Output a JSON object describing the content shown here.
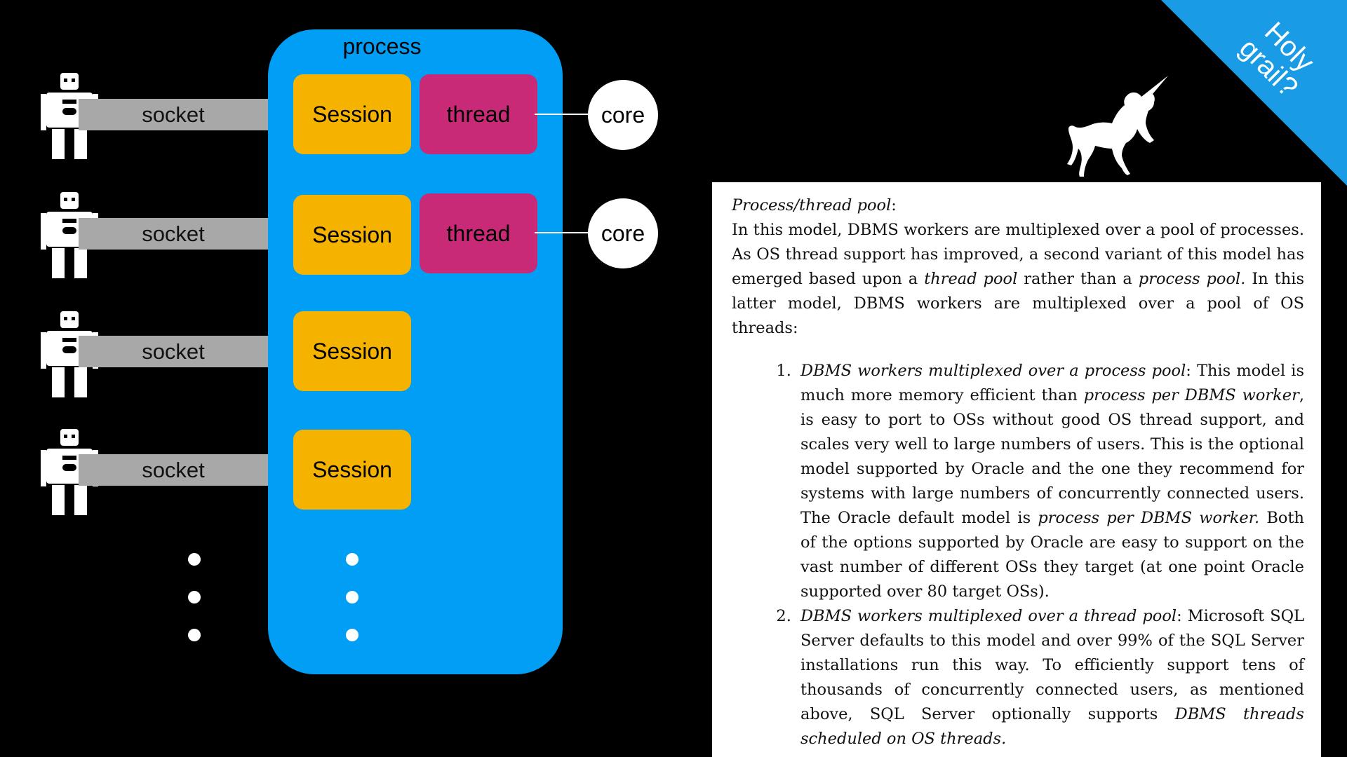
{
  "diagram": {
    "process_label": "process",
    "rows": [
      {
        "socket": "socket",
        "session": "Session",
        "thread": "thread",
        "core": "core"
      },
      {
        "socket": "socket",
        "session": "Session",
        "thread": "thread",
        "core": "core"
      },
      {
        "socket": "socket",
        "session": "Session"
      },
      {
        "socket": "socket",
        "session": "Session"
      }
    ]
  },
  "corner_banner": {
    "line1": "Holy",
    "line2": "grail?"
  },
  "excerpt": {
    "heading": "Process/thread pool",
    "heading_suffix": ":",
    "intro_a": "In this model, DBMS workers are multiplexed over a pool of processes. As OS thread support has improved, a second variant of this model has emerged based upon a ",
    "intro_b": "thread pool",
    "intro_c": " rather than a ",
    "intro_d": "process pool.",
    "intro_e": " In this latter model, DBMS workers are multiplexed over a pool of OS threads:",
    "item1_title": "DBMS workers multiplexed over a process pool",
    "item1_a": ": This model is much more memory efficient than ",
    "item1_b": "process per DBMS worker",
    "item1_c": ", is easy to port to OSs without good OS thread support, and scales very well to large numbers of users. This is the optional model supported by Oracle and the one they recommend for systems with large numbers of concurrently connected users. The Oracle default model is ",
    "item1_d": "process per DBMS worker.",
    "item1_e": " Both of the options supported by Oracle are easy to support on the vast number of different OSs they target (at one point Oracle supported over 80 target OSs).",
    "item2_title": "DBMS workers multiplexed over a thread pool",
    "item2_a": ": Microsoft SQL Server defaults to this model and over 99% of the SQL Server installations run this way. To efficiently support tens of thousands of concurrently connected users, as mentioned above, SQL Server optionally supports ",
    "item2_b": "DBMS threads scheduled on OS threads."
  }
}
